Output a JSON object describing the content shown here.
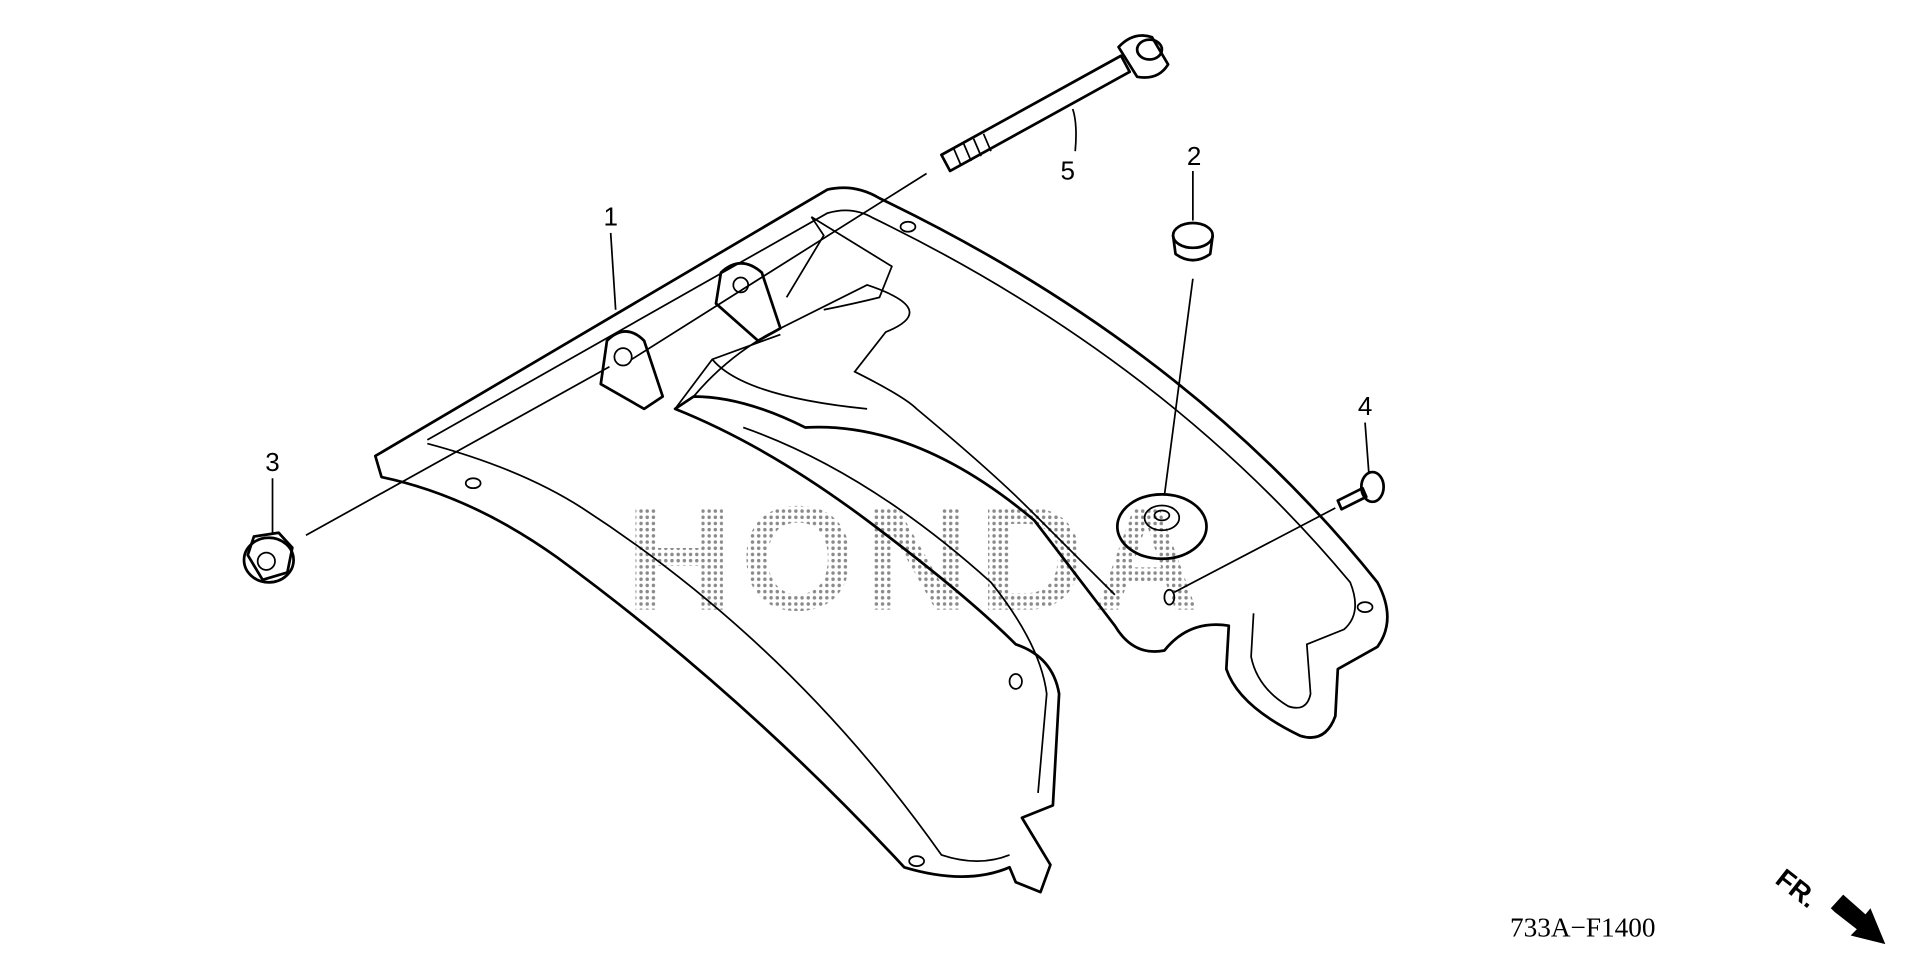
{
  "diagram": {
    "callouts": [
      {
        "number": "1",
        "part": "plate"
      },
      {
        "number": "2",
        "part": "cap"
      },
      {
        "number": "3",
        "part": "flange-nut"
      },
      {
        "number": "4",
        "part": "flange-bolt"
      },
      {
        "number": "5",
        "part": "long-bolt"
      }
    ],
    "figure_code": "733A−F1400",
    "front_indicator": "FR.",
    "watermark": "HONDA",
    "colors": {
      "ink": "#000000",
      "background": "#ffffff",
      "watermark": "#9a9a9a"
    }
  }
}
